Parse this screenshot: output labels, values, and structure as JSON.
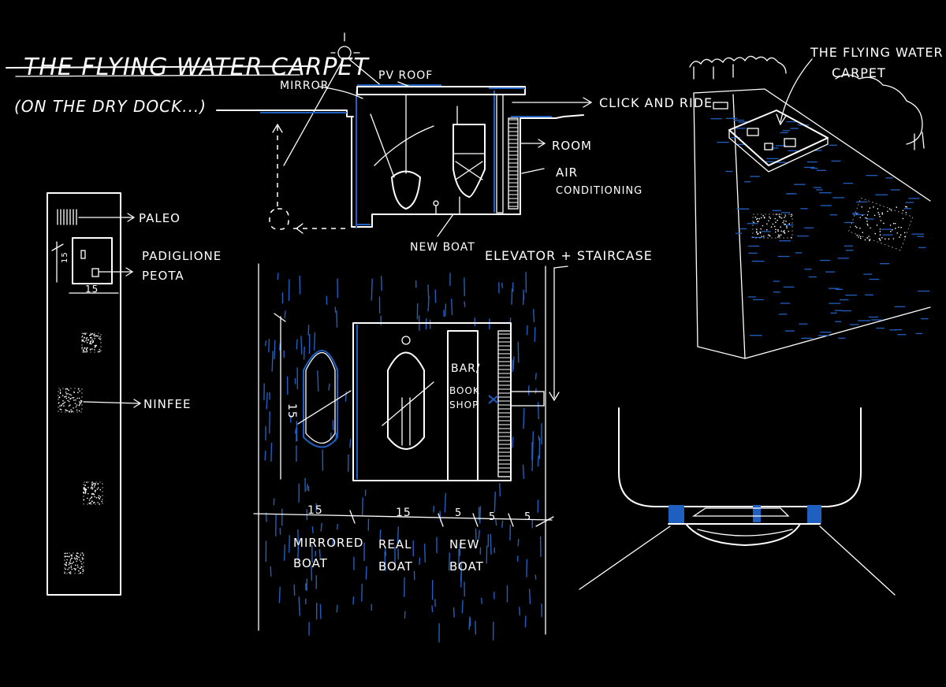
{
  "title": "THE FLYING WATER CARPET",
  "subtitle": "(ON THE DRY DOCK...)",
  "section": {
    "pv_roof": "PV ROOF",
    "mirror": "MIRROR",
    "click_and_ride": "CLICK AND RIDE",
    "room": "ROOM",
    "air_line1": "AIR",
    "air_line2": "CONDITIONING",
    "new_boat": "NEW BOAT",
    "elevator": "ELEVATOR + STAIRCASE"
  },
  "strip": {
    "paleo": "PALEO",
    "pad_line1": "PADIGLIONE",
    "pad_line2": "PEOTA",
    "dim_15": "15",
    "dim_side": "15",
    "ninfee": "NINFEE"
  },
  "plan": {
    "bar_line1": "BAR/",
    "book_line1": "BOOK",
    "book_line2": "SHOP",
    "dim_left": "15",
    "dims": [
      "15",
      "15",
      "5",
      "5",
      "5"
    ],
    "label_mirrored_1": "MIRRORED",
    "label_mirrored_2": "BOAT",
    "label_real_1": "REAL",
    "label_real_2": "BOAT",
    "label_new_1": "NEW",
    "label_new_2": "BOAT"
  },
  "perspective": {
    "title_line1": "THE FLYING WATER",
    "title_line2": "CARPET"
  },
  "colors": {
    "background": "#000000",
    "ink": "#ffffff",
    "water_blue": "#1f5fc0"
  }
}
